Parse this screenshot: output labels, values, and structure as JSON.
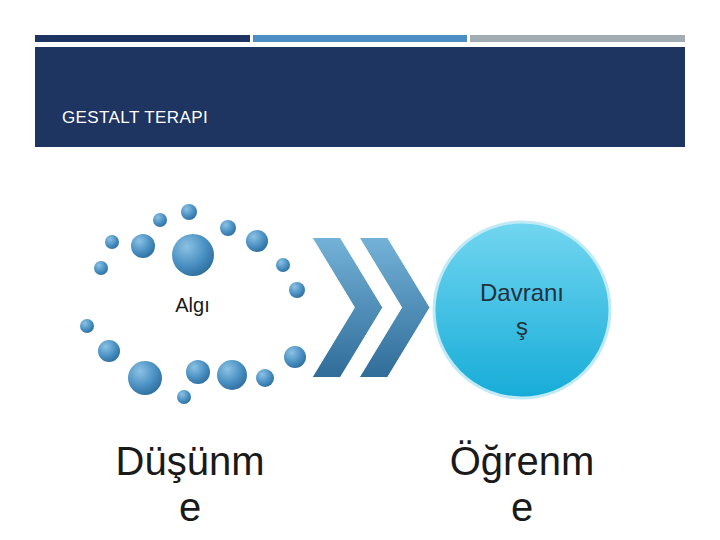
{
  "diagram": {
    "title": "GESTALT TERAPI",
    "nodes": [
      {
        "text": [
          "Algı"
        ]
      },
      {
        "text": [
          "Davranı ş"
        ]
      }
    ],
    "edges": [
      {
        "from": 0,
        "to": 1,
        "arrow": "to"
      }
    ],
    "labels": [
      "Düşünm e",
      "Öğrenm e"
    ]
  }
}
